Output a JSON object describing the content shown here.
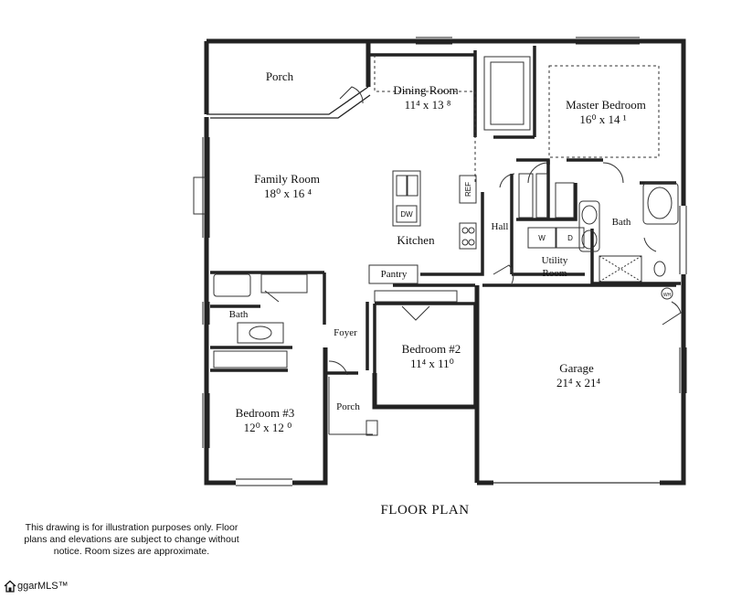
{
  "title": "FLOOR PLAN",
  "disclaimer": "This drawing is for illustration purposes only. Floor plans and elevations are subject to change without notice. Room sizes are approximate.",
  "brand": "ggarMLS™",
  "rooms": {
    "porch_top": "Porch",
    "dining": {
      "name": "Dining Room",
      "size": "11⁴ x 13 ⁸"
    },
    "master": {
      "name": "Master Bedroom",
      "size": "16⁰ x 14 ¹"
    },
    "family": {
      "name": "Family Room",
      "size": "18⁰ x 16 ⁴"
    },
    "kitchen": "Kitchen",
    "hall": "Hall",
    "bath_master": "Bath",
    "utility": [
      "Utility",
      "Room"
    ],
    "pantry": "Pantry",
    "bath2": "Bath",
    "foyer": "Foyer",
    "bed2": {
      "name": "Bedroom #2",
      "size": "11⁴ x 11⁰"
    },
    "garage": {
      "name": "Garage",
      "size": "21⁴ x 21⁴"
    },
    "bed3": {
      "name": "Bedroom #3",
      "size": "12⁰ x 12 ⁰"
    },
    "porch_front": "Porch"
  },
  "fixtures": {
    "ref": "REF",
    "dw": "DW",
    "washer": "W",
    "dryer": "D",
    "water_heater": "WH"
  }
}
